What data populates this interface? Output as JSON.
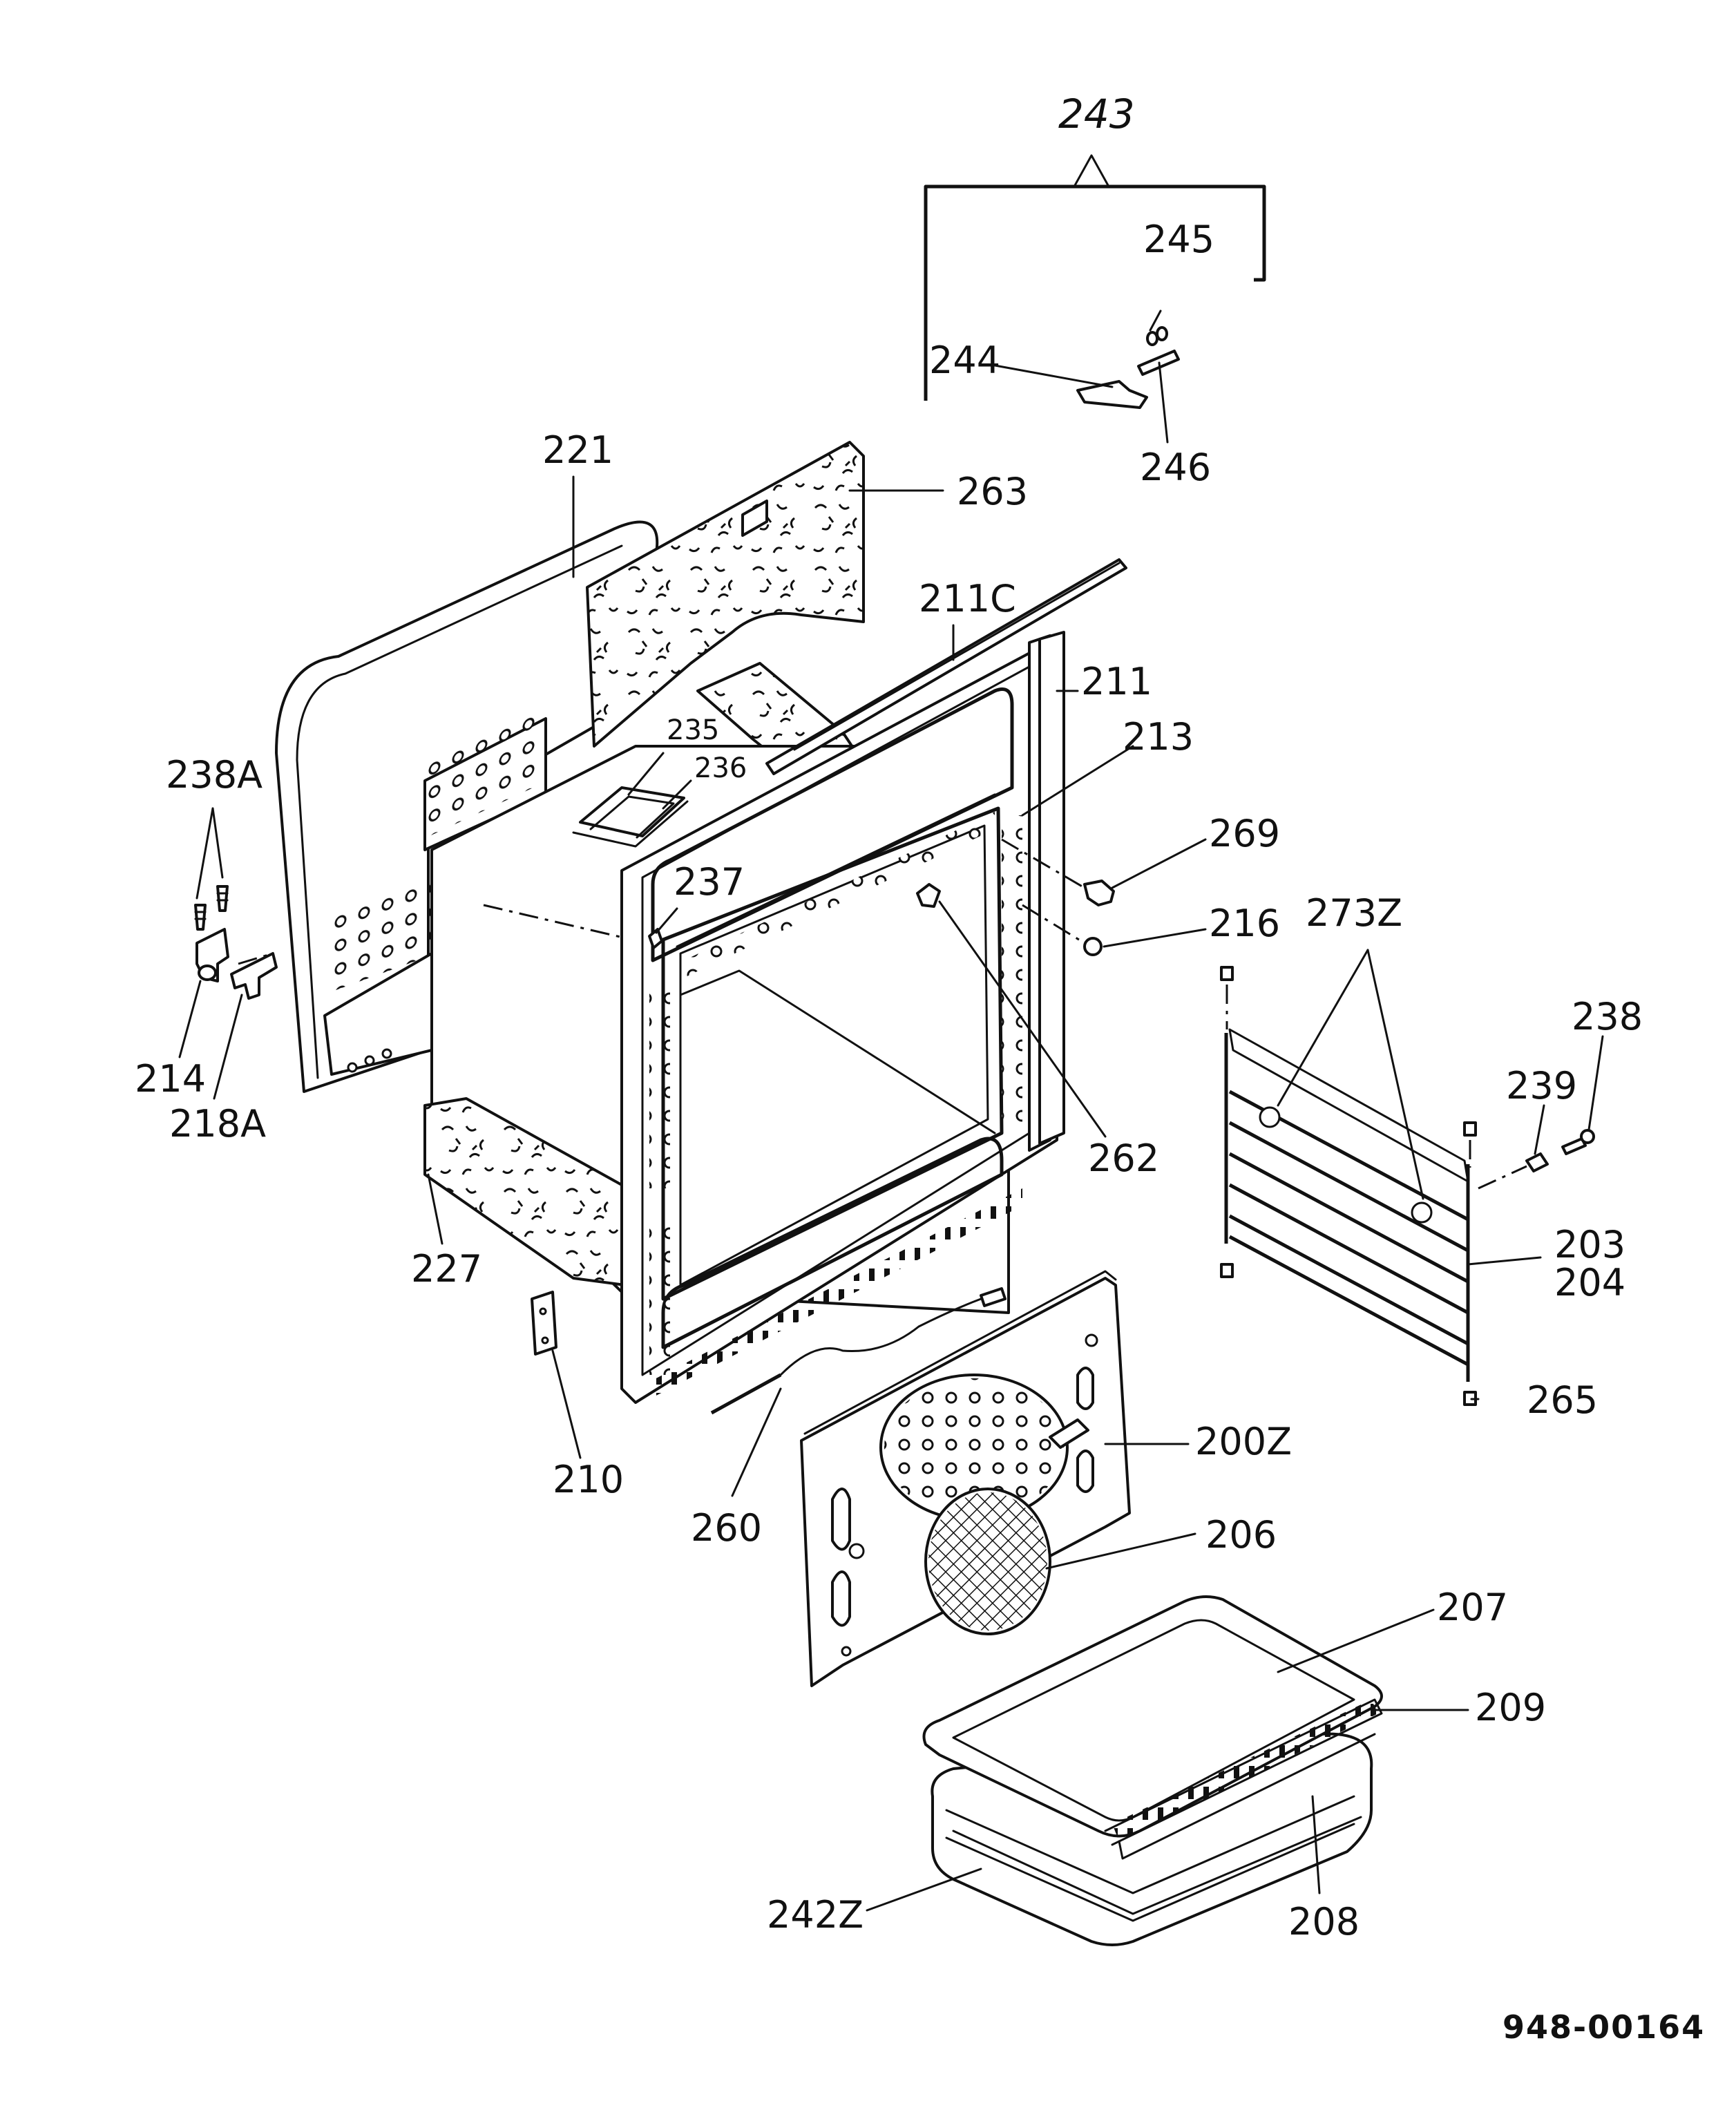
{
  "labels": {
    "l243": "243",
    "l245": "245",
    "l244": "244",
    "l246": "246",
    "l221": "221",
    "l263": "263",
    "l211c": "211C",
    "l211": "211",
    "l213": "213",
    "l235": "235",
    "l236": "236",
    "l238a": "238A",
    "l237": "237",
    "l269": "269",
    "l216": "216",
    "l273z": "273Z",
    "l238": "238",
    "l214": "214",
    "l218a": "218A",
    "l262": "262",
    "l239": "239",
    "l203": "203",
    "l204": "204",
    "l227": "227",
    "l265": "265",
    "l200z": "200Z",
    "l210": "210",
    "l260": "260",
    "l206": "206",
    "l207": "207",
    "l209": "209",
    "l242z": "242Z",
    "l208": "208"
  },
  "drawing_code": "948-00164"
}
